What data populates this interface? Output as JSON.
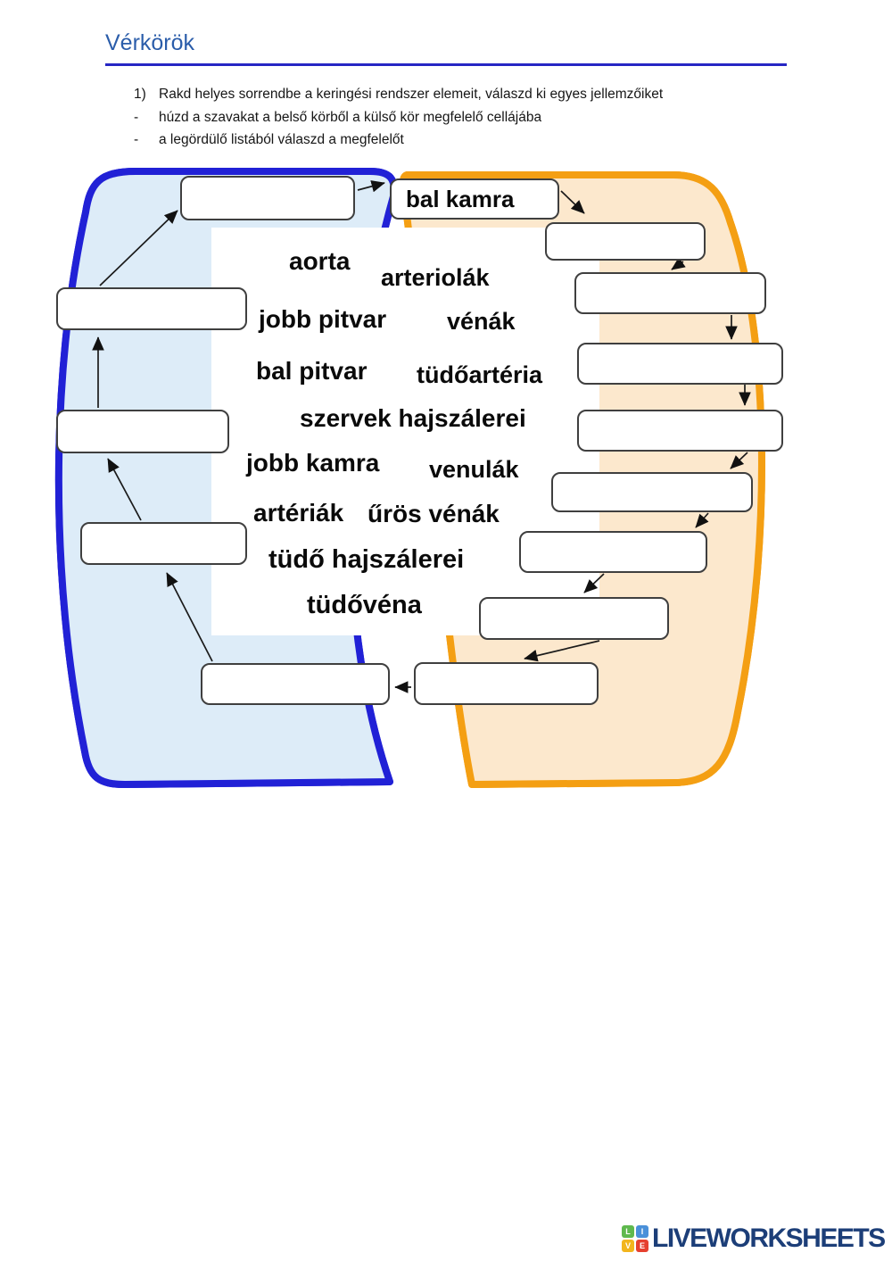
{
  "header": {
    "title": "Vérkörök"
  },
  "instructions": {
    "items": [
      {
        "marker": "1)",
        "text": "Rakd helyes sorrendbe a keringési rendszer elemeit, válaszd ki egyes jellemzőiket"
      },
      {
        "marker": "-",
        "text": "húzd a szavakat a belső körből a külső kör megfelelő cellájába"
      },
      {
        "marker": "-",
        "text": "a legördülő listából válaszd a megfelelőt"
      }
    ]
  },
  "diagram": {
    "filled_box": {
      "label": "bal kamra"
    },
    "word_bank": [
      "aorta",
      "arteriolák",
      "jobb pitvar",
      "vénák",
      "bal pitvar",
      "tüdőartéria",
      "szervek hajszálerei",
      "jobb kamra",
      "venulák",
      "artériák",
      "űrös vénák",
      "tüdő hajszálerei",
      "tüdővéna"
    ],
    "colors": {
      "left_loop_stroke": "#2121d6",
      "left_loop_fill": "#ddecf8",
      "right_loop_stroke": "#f49f13",
      "right_loop_fill": "#fce8cd",
      "arrow": "#111111"
    }
  },
  "footer": {
    "logo_text": "LIVEWORKSHEETS",
    "logo_grid": [
      "L",
      "I",
      "V",
      "E"
    ]
  }
}
